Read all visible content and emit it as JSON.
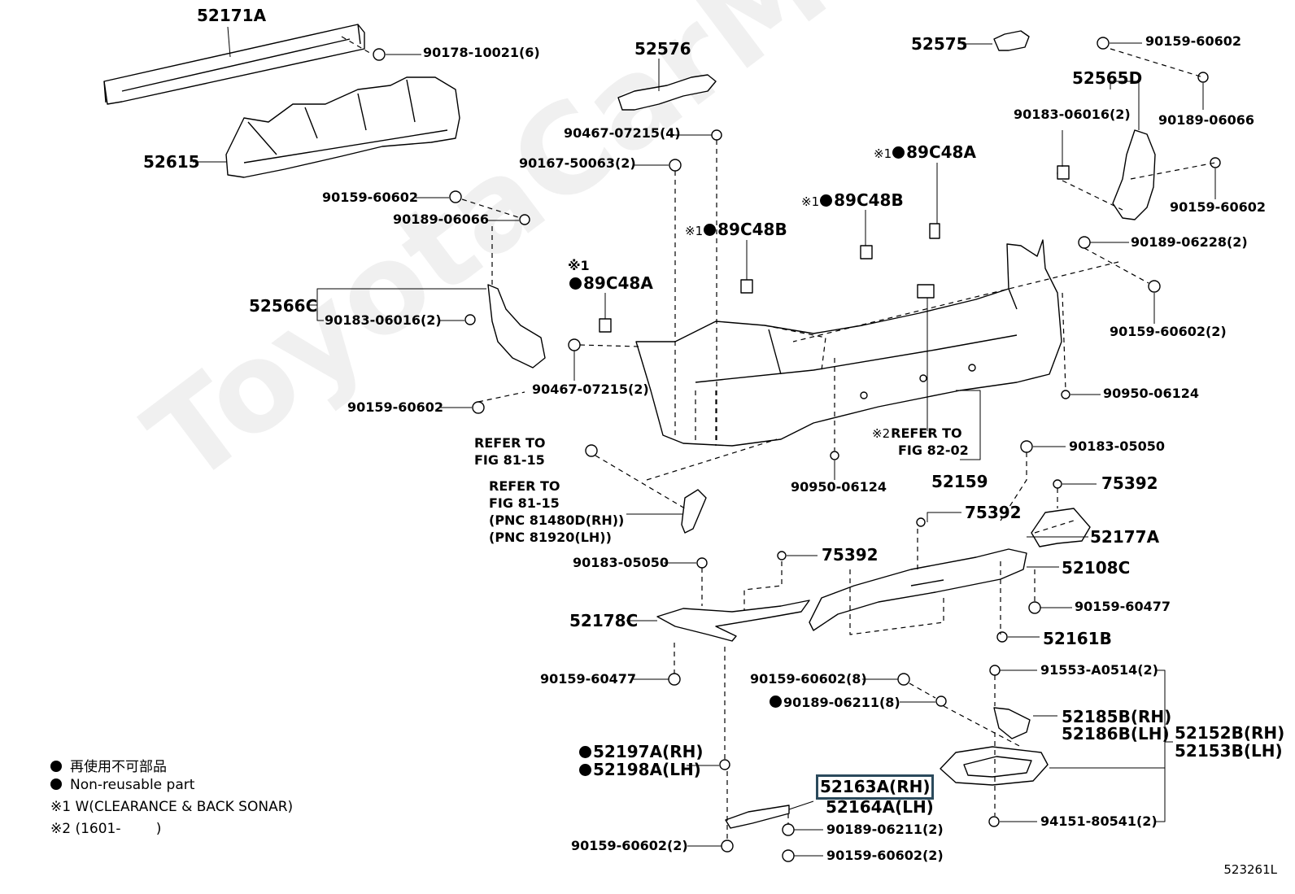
{
  "watermark": "ToyotaCarMine.ru",
  "figure_id": "523261L",
  "legend": {
    "jp": "再使用不可部品",
    "en": "Non-reusable part",
    "note1": "※1 W(CLEARANCE & BACK SONAR)",
    "note2": "※2 (1601-        )"
  },
  "labels": {
    "p52171A": "52171A",
    "p90178": "90178-10021(6)",
    "p52615": "52615",
    "p52576": "52576",
    "p90467a": "90467-07215(4)",
    "p90167": "90167-50063(2)",
    "p52575": "52575",
    "p90159a": "90159-60602",
    "p52565D": "52565D",
    "p90183a": "90183-06016(2)",
    "p90189a": "90189-06066",
    "p89C48A_t": "89C48A",
    "p89C48B_t": "89C48B",
    "p89C48B_m": "89C48B",
    "p89C48A_l": "89C48A",
    "p90159b": "90159-60602",
    "p90159c": "90159-60602",
    "p90189b": "90189-06066",
    "p90189c": "90189-06228(2)",
    "p52566C": "52566C",
    "p90183b": "90183-06016(2)",
    "p90159d": "90159-60602(2)",
    "p90159e": "90159-60602",
    "p90467b": "90467-07215(2)",
    "p90950a": "90950-06124",
    "p90950b": "90950-06124",
    "p_refer82a": "REFER TO",
    "p_refer82b": "FIG 82-02",
    "p52159": "52159",
    "p_refer81a1": "REFER TO",
    "p_refer81a2": "FIG 81-15",
    "p_refer81b1": "REFER TO",
    "p_refer81b2": "FIG 81-15",
    "p_pnc1": "(PNC 81480D(RH))",
    "p_pnc2": "(PNC 81920(LH))",
    "p90183c": "90183-05050",
    "p75392a": "75392",
    "p75392b": "75392",
    "p52177A": "52177A",
    "p90183d": "90183-05050",
    "p75392c": "75392",
    "p52108C": "52108C",
    "p52178C": "52178C",
    "p90159f": "90159-60477",
    "p52161B": "52161B",
    "p90159g": "90159-60477",
    "p90159h": "90159-60602(8)",
    "p91553": "91553-A0514(2)",
    "p90189d": "90189-06211(8)",
    "p52185B": "52185B(RH)",
    "p52186B": "52186B(LH)",
    "p52152B": "52152B(RH)",
    "p52153B": "52153B(LH)",
    "p52197A": "52197A(RH)",
    "p52198A": "52198A(LH)",
    "p52163A": "52163A(RH)",
    "p52164A": "52164A(LH)",
    "p94151": "94151-80541(2)",
    "p90189e": "90189-06211(2)",
    "p90159i": "90159-60602(2)",
    "p90159j": "90159-60602(2)",
    "mark1": "※1",
    "mark2": "※2"
  }
}
